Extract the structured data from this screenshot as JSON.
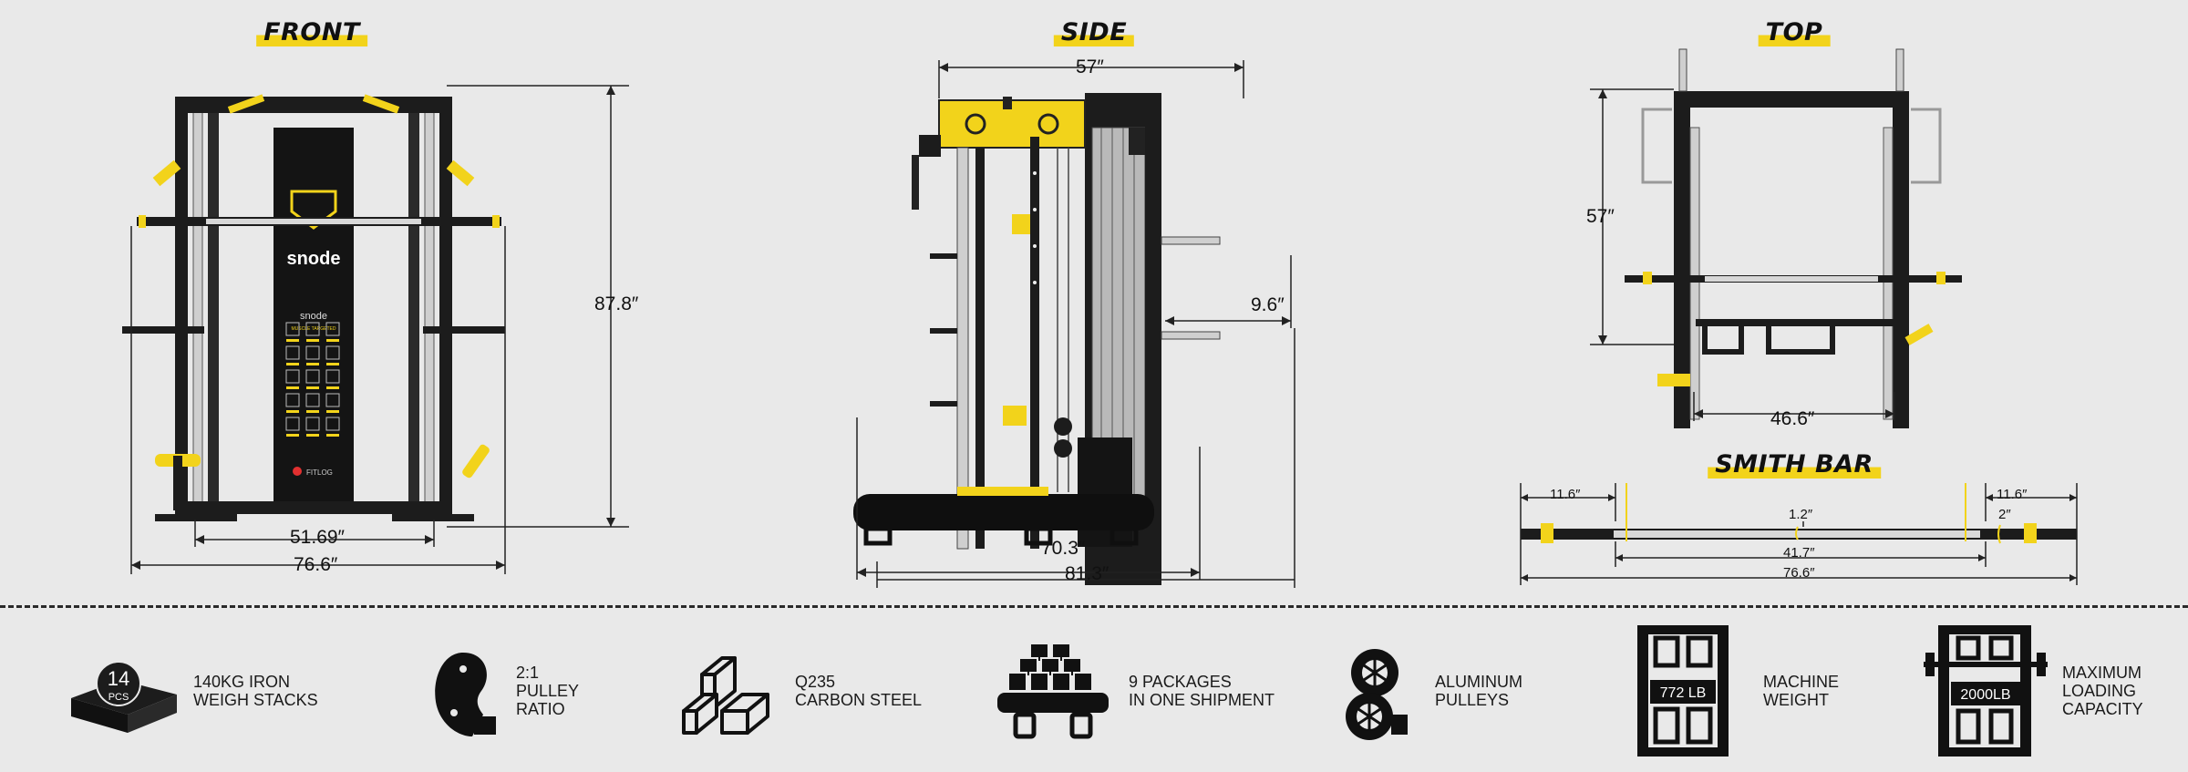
{
  "views": {
    "front": {
      "title": "FRONT",
      "dims": {
        "height": "87.8″",
        "inner_width": "51.69″",
        "outer_width": "76.6″"
      }
    },
    "side": {
      "title": "SIDE",
      "dims": {
        "top_depth": "57″",
        "plate_post": "9.6″",
        "base_depth": "70.3″",
        "total_depth": "81.3″"
      }
    },
    "top": {
      "title": "TOP",
      "dims": {
        "depth": "57″",
        "width": "46.6″"
      }
    },
    "smith_bar": {
      "title": "SMITH BAR",
      "dims": {
        "left_sleeve": "11.6″",
        "right_sleeve": "11.6″",
        "diameter_shaft": "1.2″",
        "diameter_sleeve": "2″",
        "shaft_length": "41.7″",
        "total_length": "76.6″"
      }
    }
  },
  "panel_branding": {
    "logo_text": "snode",
    "small_text": "snode",
    "sub_text": "MUSCLE TARGETED",
    "badge": "FITLOG"
  },
  "features": [
    {
      "icon": "weight-stack-icon",
      "badge": "14",
      "badge_sub": "PCS",
      "line1": "140KG IRON",
      "line2": "WEIGH STACKS"
    },
    {
      "icon": "pulley-ratio-icon",
      "line1": "2:1",
      "line2": "PULLEY",
      "line3": "RATIO"
    },
    {
      "icon": "steel-beams-icon",
      "line1": "Q235",
      "line2": "CARBON STEEL"
    },
    {
      "icon": "packages-icon",
      "line1": "9 PACKAGES",
      "line2": "IN ONE SHIPMENT"
    },
    {
      "icon": "aluminum-pulleys-icon",
      "line1": "ALUMINUM",
      "line2": "PULLEYS"
    },
    {
      "icon": "machine-weight-icon",
      "badge": "772 LB",
      "line1": "MACHINE",
      "line2": "WEIGHT"
    },
    {
      "icon": "max-capacity-icon",
      "badge": "2000LB",
      "line1": "MAXIMUM",
      "line2": "LOADING",
      "line3": "CAPACITY"
    }
  ],
  "colors": {
    "accent": "#f2d31b",
    "frame": "#1c1c1c",
    "background": "#e9e9e9",
    "chrome": "#c9c9c9"
  }
}
